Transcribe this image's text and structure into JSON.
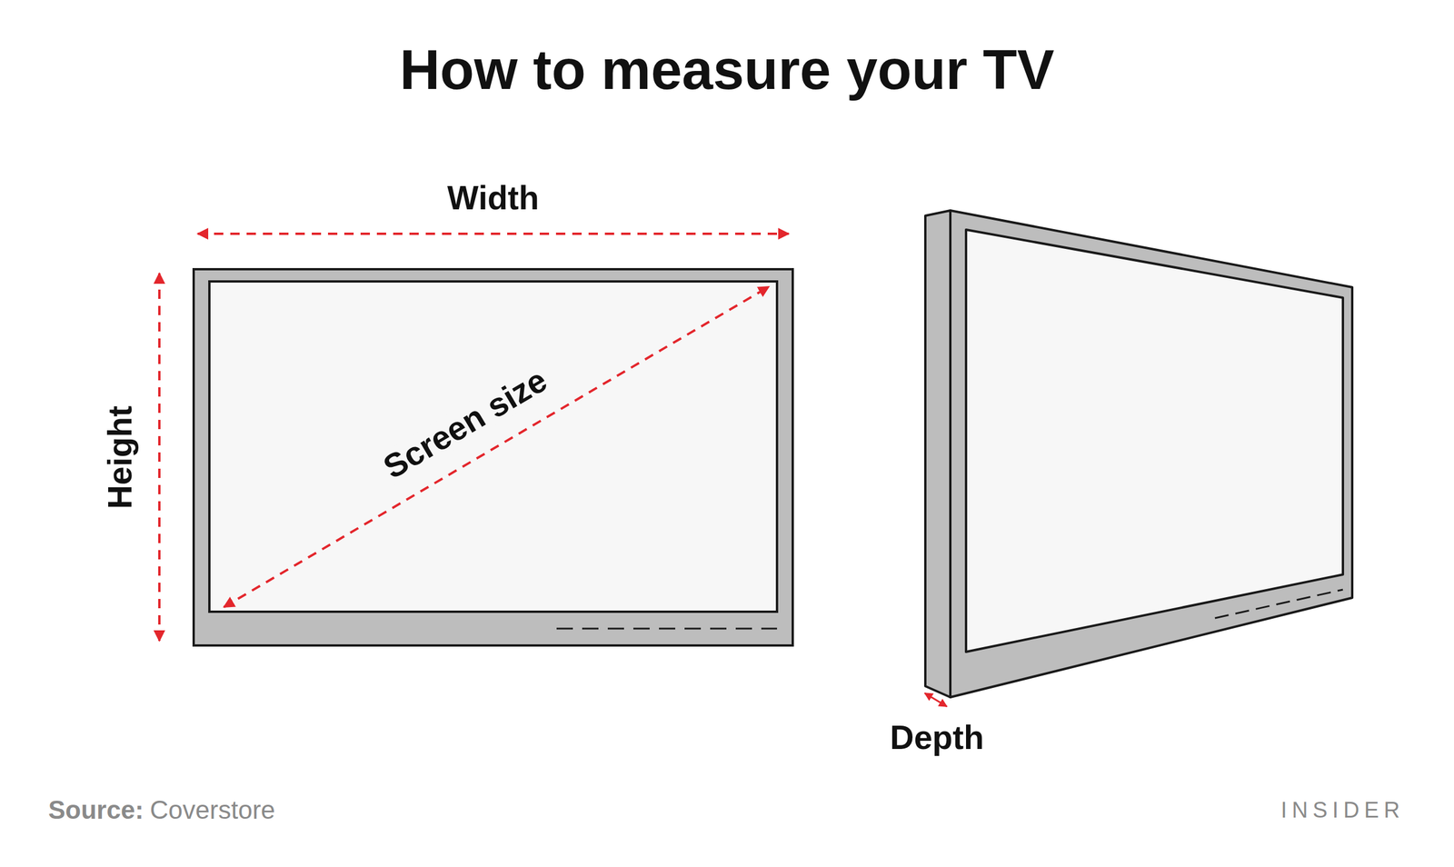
{
  "diagram": {
    "title": "How to measure your TV",
    "labels": [
      "Width",
      "Height",
      "Screen size",
      "Depth",
      "Source:",
      "Coverstore",
      "INSIDER"
    ]
  }
}
